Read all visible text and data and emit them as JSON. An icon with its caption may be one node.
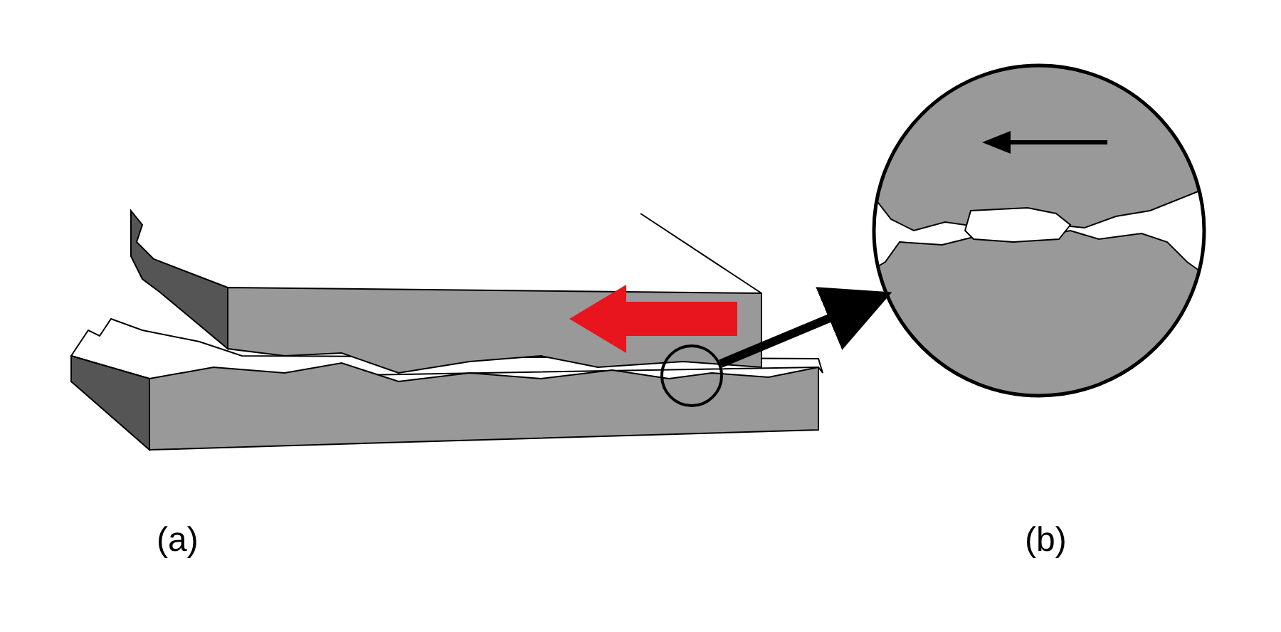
{
  "diagram": {
    "nodes": [
      {
        "text": [],
        "shape": "circle"
      },
      {
        "text": [],
        "shape": "circle"
      }
    ],
    "edges": [
      {
        "from": 0,
        "to": 1,
        "arrow": "to"
      }
    ],
    "labels": [
      "(a)",
      "(b)"
    ]
  }
}
